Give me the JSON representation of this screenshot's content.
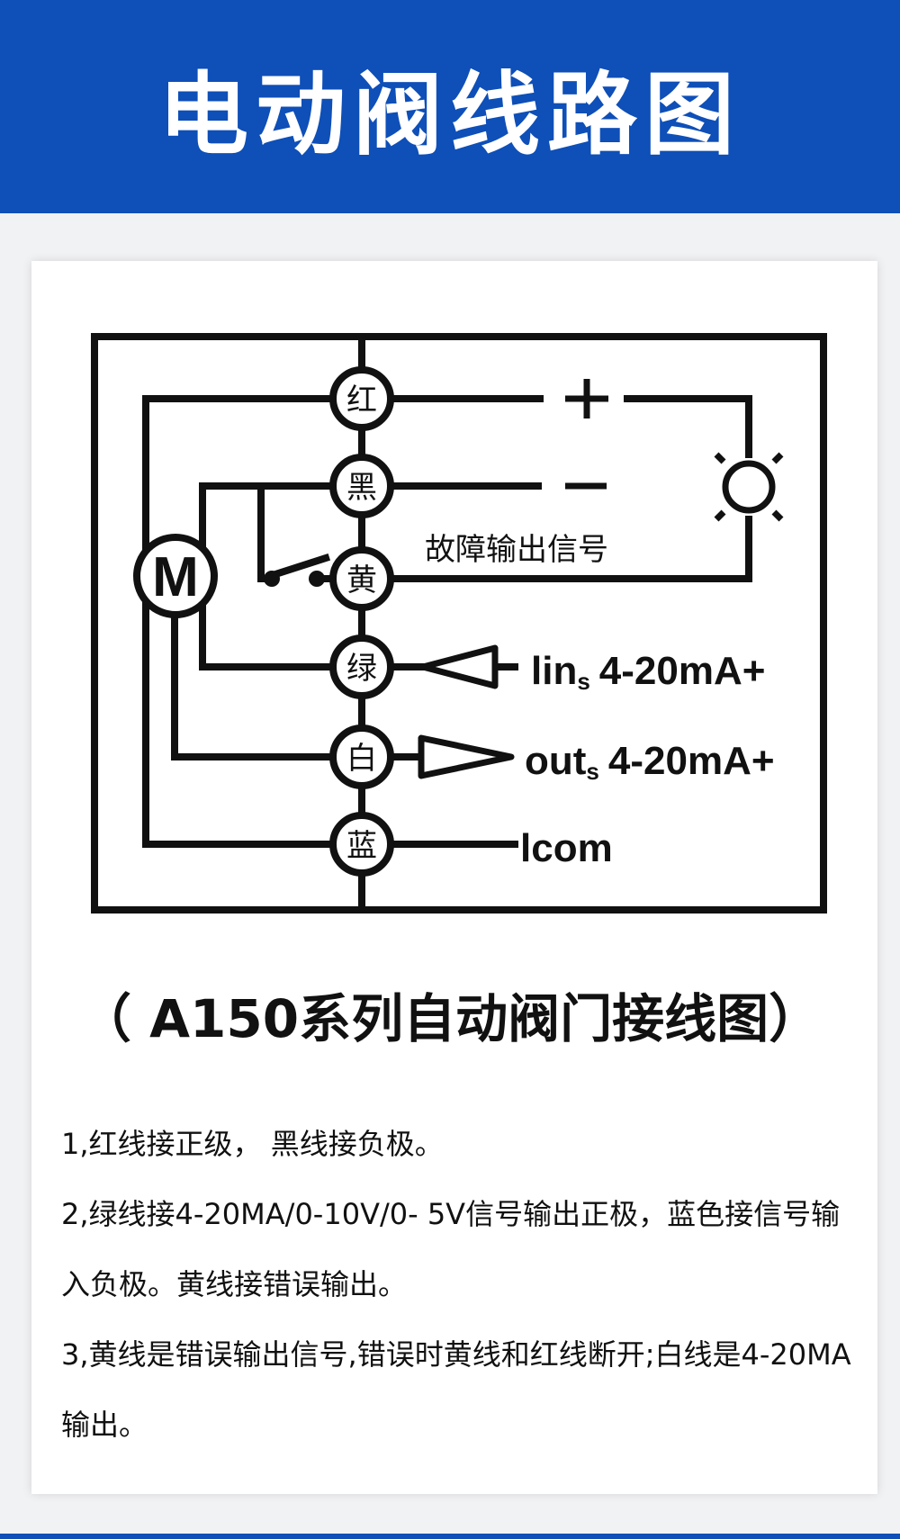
{
  "header": {
    "title": "电动阀线路图"
  },
  "diagram": {
    "terminals": [
      "红",
      "黑",
      "黄",
      "绿",
      "白",
      "蓝"
    ],
    "plus_label": "+",
    "minus_label": "−",
    "motor_label": "M",
    "fault_label": "故障输出信号",
    "input_label": "lin",
    "input_sub": "s",
    "input_range": "4-20mA+",
    "output_label": "out",
    "output_sub": "s",
    "output_range": "4-20mA+",
    "common_label": "lcom"
  },
  "caption": "（ A150系列自动阀门接线图）",
  "notes": [
    "1,红线接正级， 黑线接负极。",
    "2,绿线接4-20MA/0-10V/0- 5V信号输出正极，蓝色接信号输入负极。黄线接错误输出。",
    "3,黄线是错误输出信号,错误时黄线和红线断开;白线是4-20MA输出。"
  ],
  "colors": {
    "banner": "#0e4fb8",
    "line": "#111111"
  }
}
